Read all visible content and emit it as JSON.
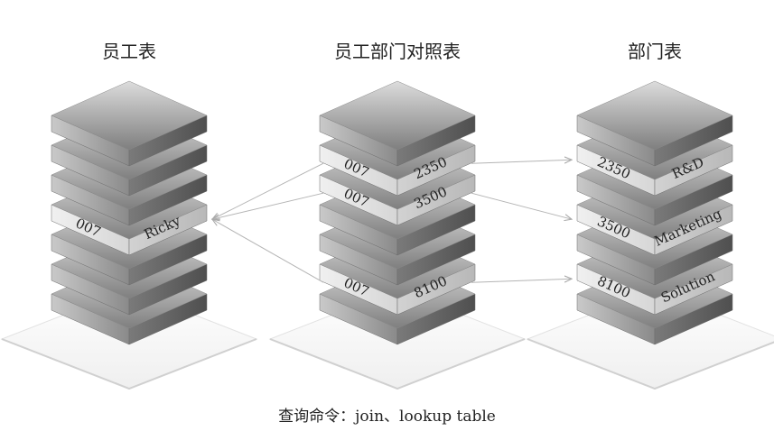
{
  "stacks": [
    {
      "title": "员工表",
      "highlighted": [
        {
          "layer": 3,
          "left": "007",
          "right": "Ricky"
        }
      ]
    },
    {
      "title": "员工部门对照表",
      "highlighted": [
        {
          "layer": 1,
          "left": "007",
          "right": "2350"
        },
        {
          "layer": 2,
          "left": "007",
          "right": "3500"
        },
        {
          "layer": 5,
          "left": "007",
          "right": "8100"
        }
      ]
    },
    {
      "title": "部门表",
      "highlighted": [
        {
          "layer": 1,
          "left": "2350",
          "right": "R&D"
        },
        {
          "layer": 3,
          "left": "3500",
          "right": "Marketing"
        },
        {
          "layer": 5,
          "left": "8100",
          "right": "Solution"
        }
      ]
    }
  ],
  "links": [
    {
      "from": "员工部门对照表.007-2350",
      "to": "员工表.007-Ricky"
    },
    {
      "from": "员工部门对照表.007-3500",
      "to": "员工表.007-Ricky"
    },
    {
      "from": "员工部门对照表.007-8100",
      "to": "员工表.007-Ricky"
    },
    {
      "from": "员工部门对照表.2350",
      "to": "部门表.2350"
    },
    {
      "from": "员工部门对照表.3500",
      "to": "部门表.3500"
    },
    {
      "from": "员工部门对照表.8100",
      "to": "部门表.8100"
    }
  ],
  "caption": "查询命令：join、lookup table",
  "colors": {
    "top_light": "#d9d9d9",
    "top_dark": "#7a7a7a",
    "side_light": "#a8a8a8",
    "side_dark": "#5e5e5e",
    "highlight": "#e4e4e4",
    "arrow": "#b0b0b0"
  }
}
